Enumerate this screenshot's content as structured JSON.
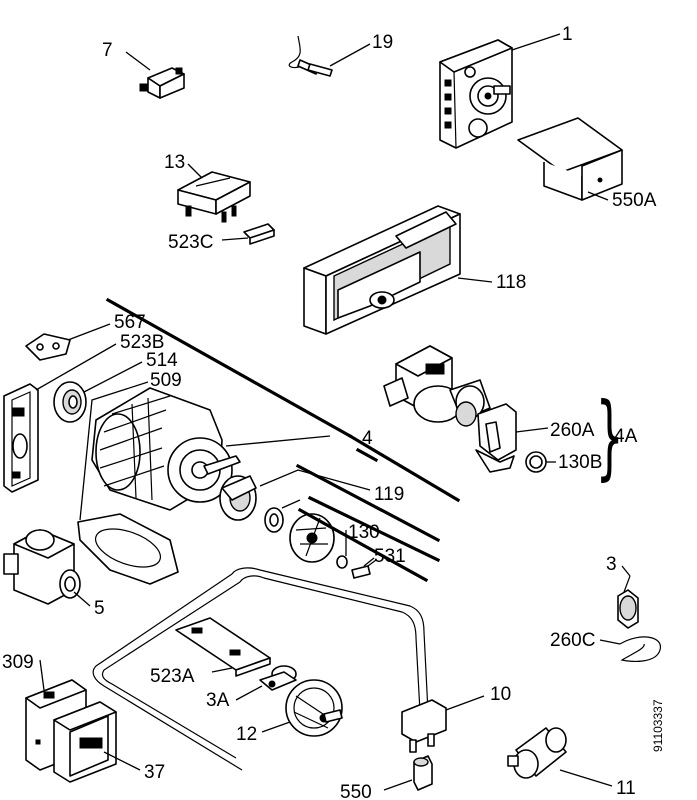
{
  "diagram": {
    "callouts": {
      "p1": "1",
      "p3": "3",
      "p3a": "3A",
      "p4": "4",
      "p4a": "4A",
      "p5": "5",
      "p7": "7",
      "p10": "10",
      "p11": "11",
      "p12": "12",
      "p13": "13",
      "p19": "19",
      "p37": "37",
      "p118": "118",
      "p119": "119",
      "p130": "130",
      "p130b": "130B",
      "p260a": "260A",
      "p260c": "260C",
      "p309": "309",
      "p509": "509",
      "p514": "514",
      "p523a": "523A",
      "p523b": "523B",
      "p523c": "523C",
      "p531": "531",
      "p550": "550",
      "p550a": "550A",
      "p567": "567"
    },
    "document_number": "91103337"
  }
}
